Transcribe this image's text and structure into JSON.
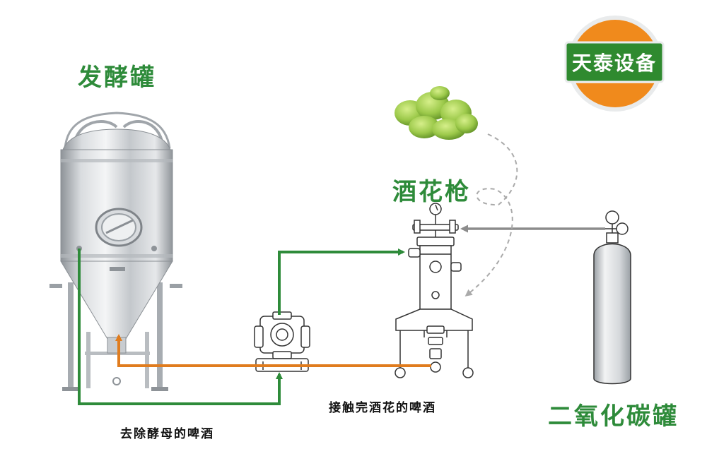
{
  "labels": {
    "fermenter": "发酵罐",
    "hop_gun": "酒花枪",
    "co2_tank": "二氧化碳罐",
    "beer_yeast_removed": "去除酵母的啤酒",
    "beer_hop_contacted": "接触完酒花的啤酒"
  },
  "logo": {
    "text": "天泰设备"
  },
  "colors": {
    "green_line": "#2e8b3a",
    "orange_line": "#e07c1e",
    "gray_line": "#8c8c8c",
    "title_green": "#2e8b3a",
    "logo_orange": "#f08a1c",
    "logo_green": "#2f8a2f"
  }
}
